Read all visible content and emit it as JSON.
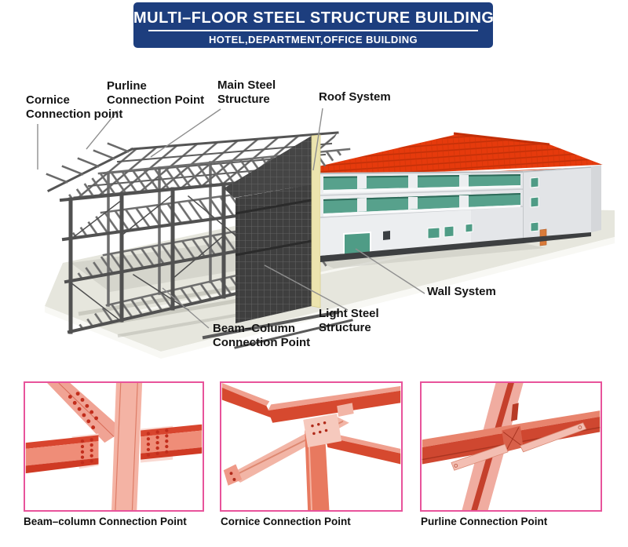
{
  "header": {
    "title": "MULTI–FLOOR STEEL STRUCTURE BUILDING",
    "subtitle": "HOTEL,DEPARTMENT,OFFICE BUILDING"
  },
  "diagram": {
    "labels": {
      "cornice": {
        "line1": "Cornice",
        "line2": "Connection point"
      },
      "purline": {
        "line1": "Purline",
        "line2": "Connection Point"
      },
      "main_steel": {
        "line1": "Main Steel",
        "line2": "Structure"
      },
      "roof": {
        "line1": "Roof System"
      },
      "wall": {
        "line1": "Wall System"
      },
      "light_steel": {
        "line1": "Light Steel",
        "line2": "Structure"
      },
      "beam_column": {
        "line1": "Beam–Column",
        "line2": "Connection Point"
      }
    }
  },
  "panels": [
    {
      "caption": "Beam–column Connection Point"
    },
    {
      "caption": "Cornice Connection Point"
    },
    {
      "caption": "Purline Connection Point"
    }
  ],
  "colors": {
    "banner_bg": "#1d3e7e",
    "panel_border": "#e8539b",
    "roof_red": "#e63a0c",
    "steel_gray": "#565656",
    "window_green": "#57a18c",
    "platform": "#e6e6dd"
  }
}
